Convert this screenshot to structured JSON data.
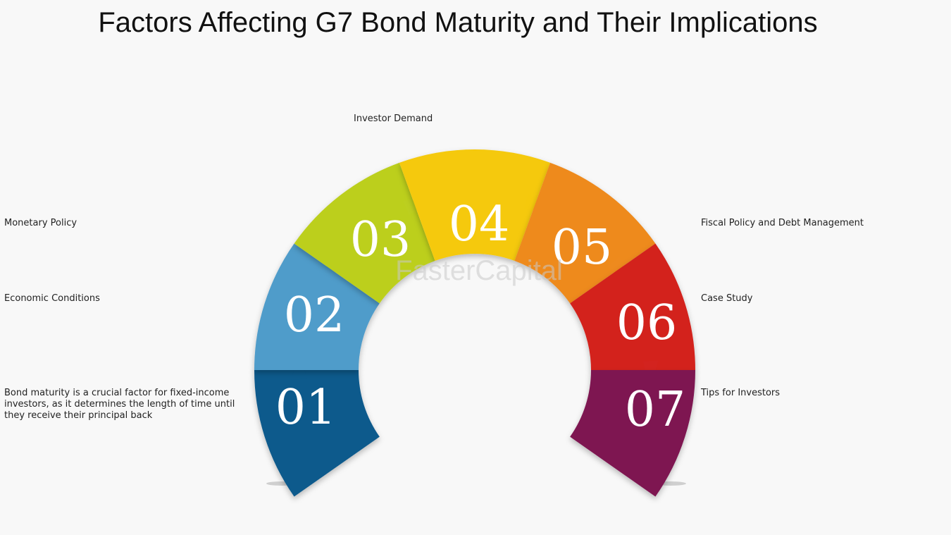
{
  "title": "Factors Affecting G7 Bond Maturity and Their Implications",
  "watermark": "FasterCapital",
  "segments": [
    {
      "number": "01",
      "label": "Bond maturity is a crucial factor for fixed-income investors, as it determines the length of time until they receive their principal back",
      "color": "#0d5a8c"
    },
    {
      "number": "02",
      "label": "Economic Conditions",
      "color": "#4f9cca"
    },
    {
      "number": "03",
      "label": "Monetary Policy",
      "color": "#bccf1f"
    },
    {
      "number": "04",
      "label": "Investor Demand",
      "color": "#f5c90c"
    },
    {
      "number": "05",
      "label": "Fiscal Policy and Debt Management",
      "color": "#ee8a1e"
    },
    {
      "number": "06",
      "label": "Case Study",
      "color": "#d3231f"
    },
    {
      "number": "07",
      "label": "Tips for Investors",
      "color": "#7e1551"
    }
  ]
}
